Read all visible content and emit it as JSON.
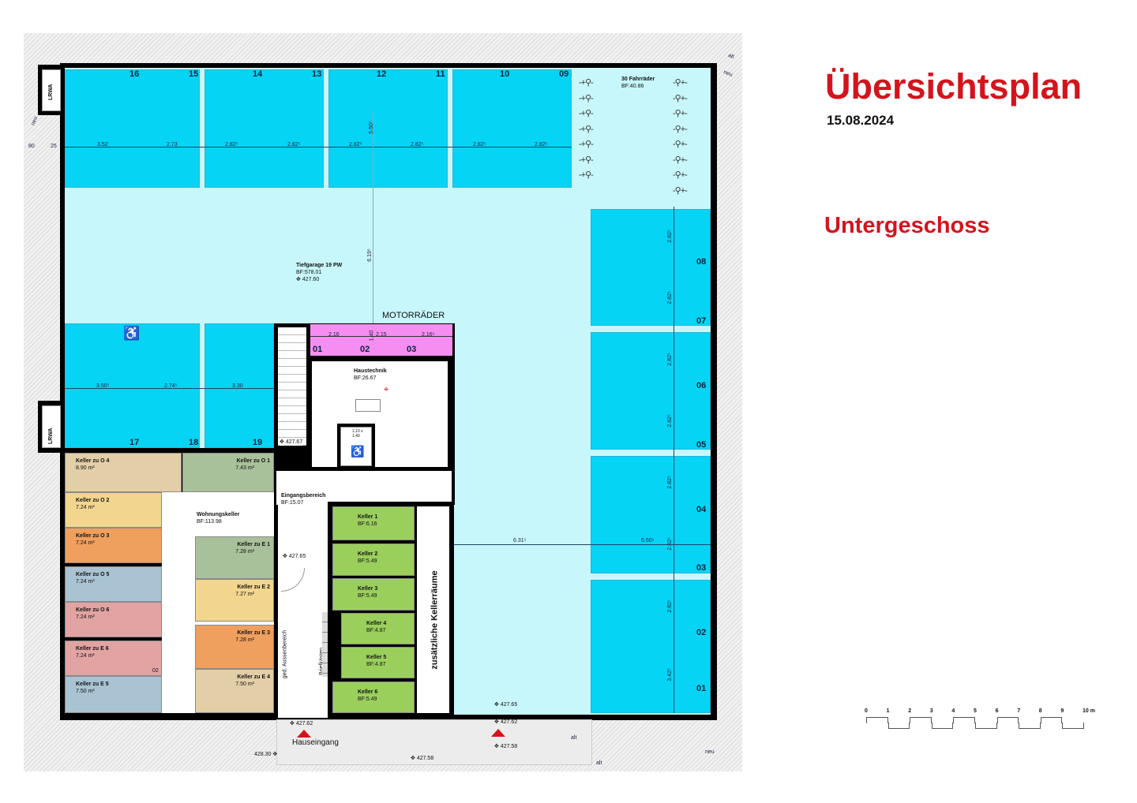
{
  "header": {
    "title": "Übersichtsplan",
    "date": "15.08.2024",
    "floor": "Untergeschoss"
  },
  "garage": {
    "name": "Tiefgarage 19 PW",
    "area": "BF:578.01",
    "level": "427.60",
    "lane_dim": "6.19⁵",
    "lane_dim2": "5.50⁵",
    "lane_dim3": "6.31⁵"
  },
  "top_row": {
    "numbers": [
      "16",
      "15",
      "14",
      "13",
      "12",
      "11",
      "10",
      "09"
    ],
    "dims": [
      "3.52",
      "2.73",
      "2.82⁵",
      "2.82⁵",
      "2.82⁵",
      "2.82⁵",
      "2.82⁵",
      "2.82⁵"
    ],
    "edge_dims": [
      "80",
      "25"
    ]
  },
  "bikes": {
    "label": "30 Fahrräder",
    "area": "BF:40.86"
  },
  "right_column": {
    "numbers": [
      "08",
      "07",
      "06",
      "05",
      "04",
      "03",
      "02",
      "01"
    ],
    "dims": [
      "2.82⁵",
      "2.82⁵",
      "2.82⁵",
      "2.82⁵",
      "2.82⁵",
      "2.82⁵",
      "2.82⁵",
      "3.42⁵"
    ],
    "depth": "5.50⁵"
  },
  "lower_left": {
    "numbers": [
      "17",
      "18",
      "19"
    ],
    "dims": [
      "3.50⁵",
      "2.74⁵",
      "3.30"
    ]
  },
  "lrwa": "LRWA",
  "motorraeder": {
    "label": "MOTORRÄDER",
    "numbers": [
      "01",
      "02",
      "03"
    ],
    "dims": [
      "2.16",
      "2.15",
      "2.16⁵"
    ],
    "depth": "1.40"
  },
  "haustechnik": {
    "label": "Haustechnik",
    "area": "BF:26.67",
    "lift": "1.10 x 1.40"
  },
  "stair_level": "427.67",
  "eingang": {
    "label": "Eingangsbereich",
    "area": "BF:15.07",
    "level": "427.65",
    "ausseh": "ged. Aussenbereich",
    "brief": "Briefkästen"
  },
  "wohnungskeller": {
    "label": "Wohnungskeller",
    "area": "BF:113.98"
  },
  "keller_left": [
    {
      "label": "Keller zu  O 4",
      "area": "8.90 m²",
      "color": "#e3cfa7"
    },
    {
      "label": "Keller zu  O 2",
      "area": "7.24 m²",
      "color": "#f3d68e"
    },
    {
      "label": "Keller zu  O 3",
      "area": "7.24 m²",
      "color": "#ef9f5e"
    },
    {
      "label": "Keller zu  O 5",
      "area": "7.24 m²",
      "color": "#a9c3d2"
    },
    {
      "label": "Keller zu  O 6",
      "area": "7.24 m²",
      "color": "#e2a3a3"
    },
    {
      "label": "Keller zu E 6",
      "area": "7.24 m²",
      "color": "#e2a3a3"
    },
    {
      "label": "Keller zu E 5",
      "area": "7.50 m²",
      "color": "#a9c3d2"
    }
  ],
  "keller_right": [
    {
      "label": "Keller zu  O 1",
      "area": "7.43 m²",
      "color": "#a9c19a"
    },
    {
      "label": "Keller zu  E 1",
      "area": "7.28 m²",
      "color": "#a9c19a"
    },
    {
      "label": "Keller zu  E 2",
      "area": "7.27 m²",
      "color": "#f3d68e"
    },
    {
      "label": "Keller zu  E 3",
      "area": "7.28 m²",
      "color": "#ef9f5e"
    },
    {
      "label": "Keller zu  E 4",
      "area": "7.50 m²",
      "color": "#e3cfa7"
    }
  ],
  "keller_small_tag": "02",
  "keller_green": [
    {
      "label": "Keller 1",
      "area": "BF:6.16"
    },
    {
      "label": "Keller 2",
      "area": "BF:5.49"
    },
    {
      "label": "Keller 3",
      "area": "BF:5.49"
    },
    {
      "label": "Keller 4",
      "area": "BF:4.87"
    },
    {
      "label": "Keller 5",
      "area": "BF:4.87"
    },
    {
      "label": "Keller 6",
      "area": "BF:5.49"
    }
  ],
  "zusatz": "zusätzliche Kellerräume",
  "exterior": {
    "hauseingang": "Hauseingang",
    "levels": [
      "427.62",
      "427.58",
      "427.65",
      "427.62",
      "427.58",
      "428.30"
    ],
    "neu": "neu",
    "alt": "alt"
  },
  "scale": {
    "ticks": [
      "0",
      "1",
      "2",
      "3",
      "4",
      "5",
      "6",
      "7",
      "8",
      "9",
      "10 m"
    ]
  },
  "colors": {
    "red": "#d4141c",
    "parking": "#05d4f5",
    "lane": "#c8f7fb",
    "moto": "#f58ef0",
    "green": "#9bcf5c"
  }
}
